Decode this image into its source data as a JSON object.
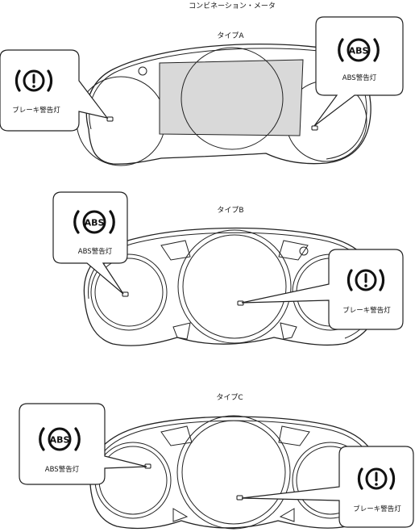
{
  "page": {
    "title": "コンビネーション・メータ"
  },
  "types": [
    {
      "label": "タイプA",
      "callouts": {
        "left": {
          "icon": "brake-warning-icon",
          "caption": "ブレーキ警告灯"
        },
        "right": {
          "icon": "abs-warning-icon",
          "caption": "ABS警告灯",
          "icon_text": "ABS"
        }
      }
    },
    {
      "label": "タイプB",
      "callouts": {
        "left": {
          "icon": "abs-warning-icon",
          "caption": "ABS警告灯",
          "icon_text": "ABS"
        },
        "right": {
          "icon": "brake-warning-icon",
          "caption": "ブレーキ警告灯"
        }
      }
    },
    {
      "label": "タイプC",
      "callouts": {
        "left": {
          "icon": "abs-warning-icon",
          "caption": "ABS警告灯",
          "icon_text": "ABS"
        },
        "right": {
          "icon": "brake-warning-icon",
          "caption": "ブレーキ警告灯"
        }
      }
    }
  ],
  "colors": {
    "line": "#222222",
    "display_fill": "#d9d9d9",
    "background": "#ffffff"
  }
}
